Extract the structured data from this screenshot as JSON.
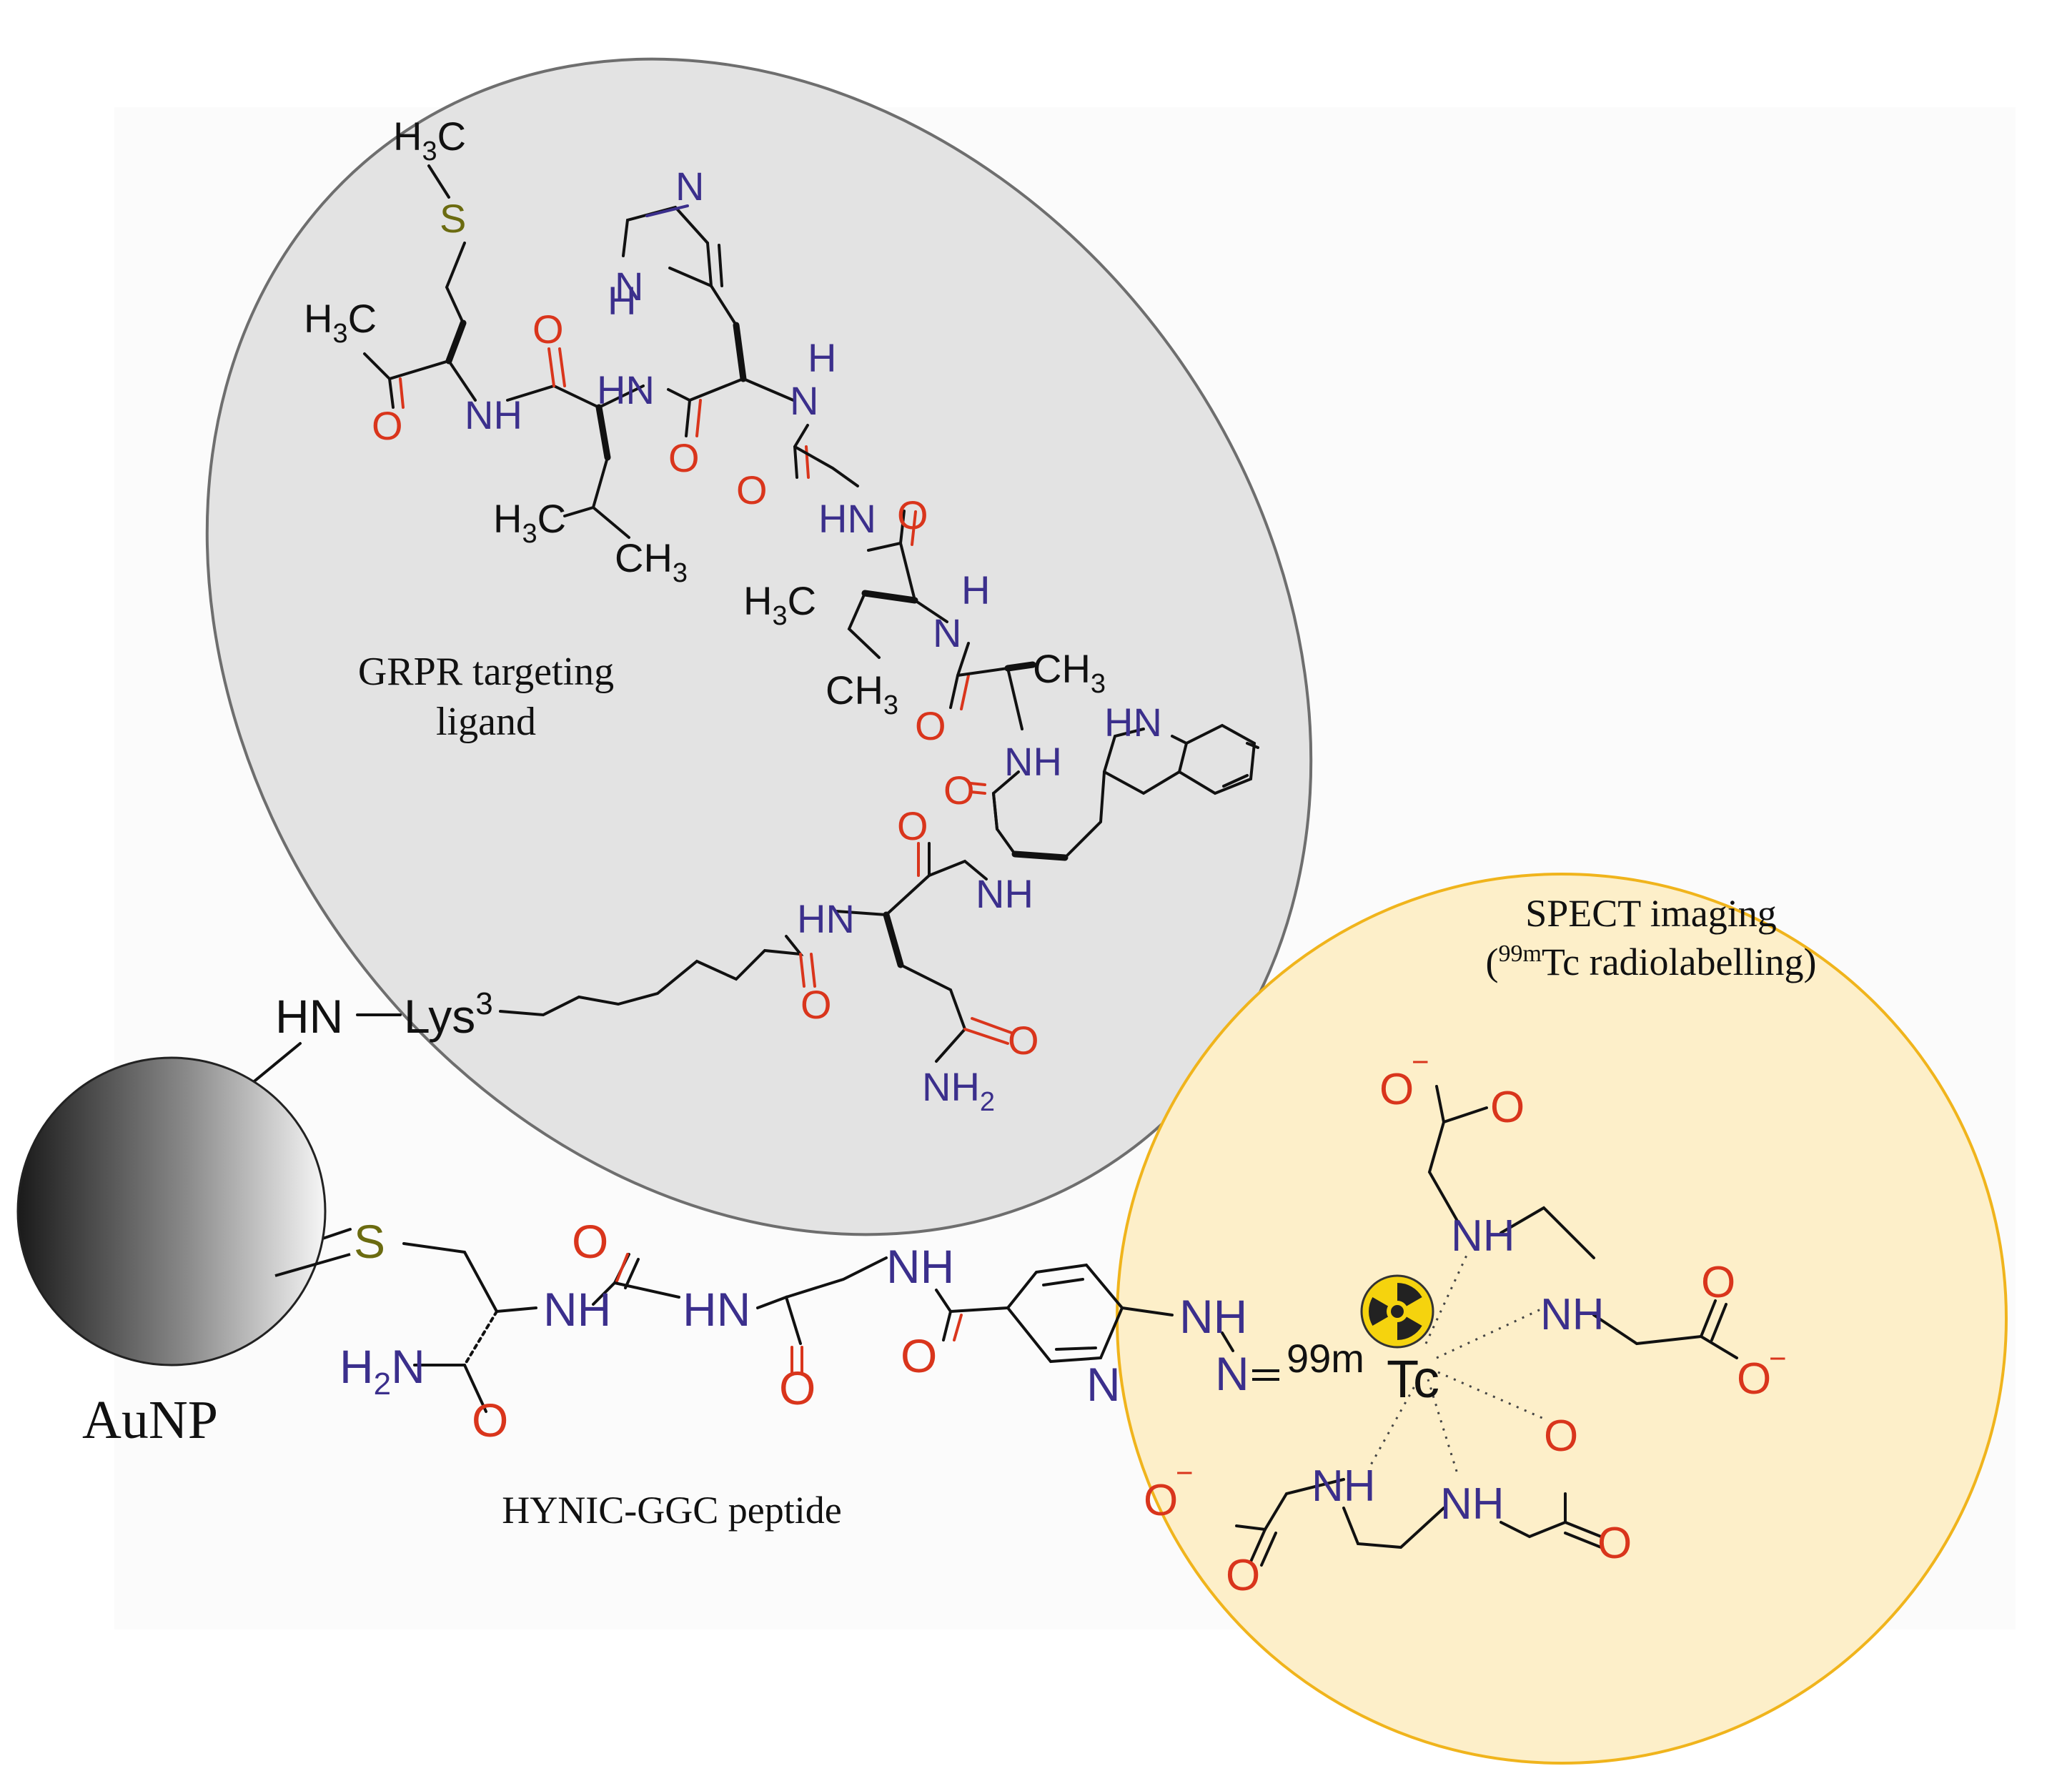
{
  "labels": {
    "grpr_line1": "GRPR targeting",
    "grpr_line2": "ligand",
    "spect_line1": "SPECT imaging",
    "spect_open": "(",
    "spect_sup": "99m",
    "spect_rest": "Tc radiolabelling)",
    "hynic": "HYNIC-GGC peptide",
    "aunp": "AuNP"
  },
  "atoms": {
    "hn_link": "HN",
    "lys": "Lys",
    "lys_sup": "3",
    "s_thiol": "S",
    "nh": "NH",
    "hn": "HN",
    "h2n": "H",
    "n": "N",
    "o": "O",
    "nh2": "NH",
    "h3c": "H",
    "ch3": "CH",
    "three": "3",
    "two": "2",
    "h": "H",
    "s": "S",
    "tc": "Tc",
    "tc_mass": "99m",
    "minus": "−"
  },
  "colors": {
    "oxygen": "#d9351c",
    "nitrogen": "#3b2f8c",
    "sulfur": "#6b6b10",
    "bond": "#111111",
    "grpr_fill": "#e3e3e3",
    "grpr_stroke": "#6e6e6e",
    "spect_fill": "#fdefc9",
    "spect_stroke": "#f0b41c",
    "radiation_icon": "#f5d30e"
  }
}
